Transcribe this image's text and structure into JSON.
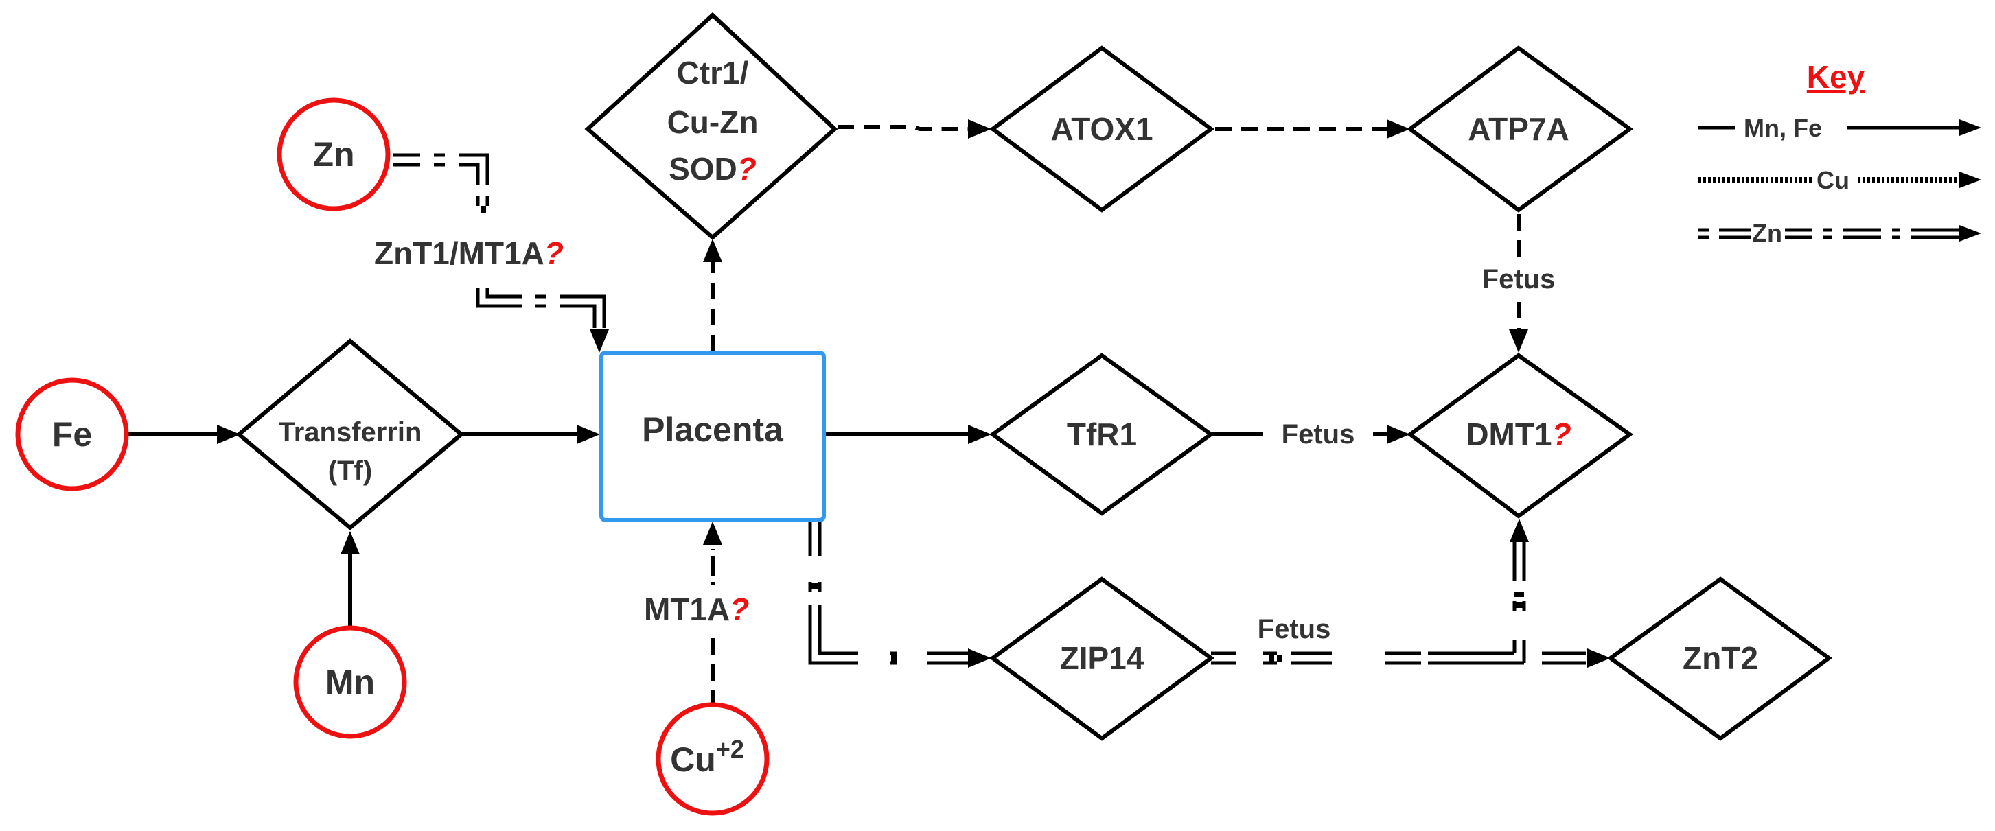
{
  "nodes": {
    "fe": "Fe",
    "zn": "Zn",
    "mn": "Mn",
    "cu_base": "Cu",
    "cu_sup": "+2",
    "transferrin_l1": "Transferrin",
    "transferrin_l2": "(Tf)",
    "placenta": "Placenta",
    "ctr1_l1": "Ctr1/",
    "ctr1_l2": "Cu-Zn",
    "ctr1_l3": "SOD",
    "atox1": "ATOX1",
    "atp7a": "ATP7A",
    "tfr1": "TfR1",
    "dmt1": "DMT1",
    "zip14": "ZIP14",
    "znt2": "ZnT2"
  },
  "labels": {
    "znt1_mt1a": "ZnT1/MT1A",
    "mt1a": "MT1A",
    "fetus_atp7a": "Fetus",
    "fetus_tfr1": "Fetus",
    "fetus_zip14": "Fetus",
    "question_mark": "?"
  },
  "key": {
    "title": "Key",
    "mn_fe": "Mn, Fe",
    "cu": "Cu",
    "zn": "Zn"
  },
  "colors": {
    "element_circle": "#ee1111",
    "placenta_border": "#3399ee",
    "line": "#000000",
    "question": "#ee1111"
  }
}
